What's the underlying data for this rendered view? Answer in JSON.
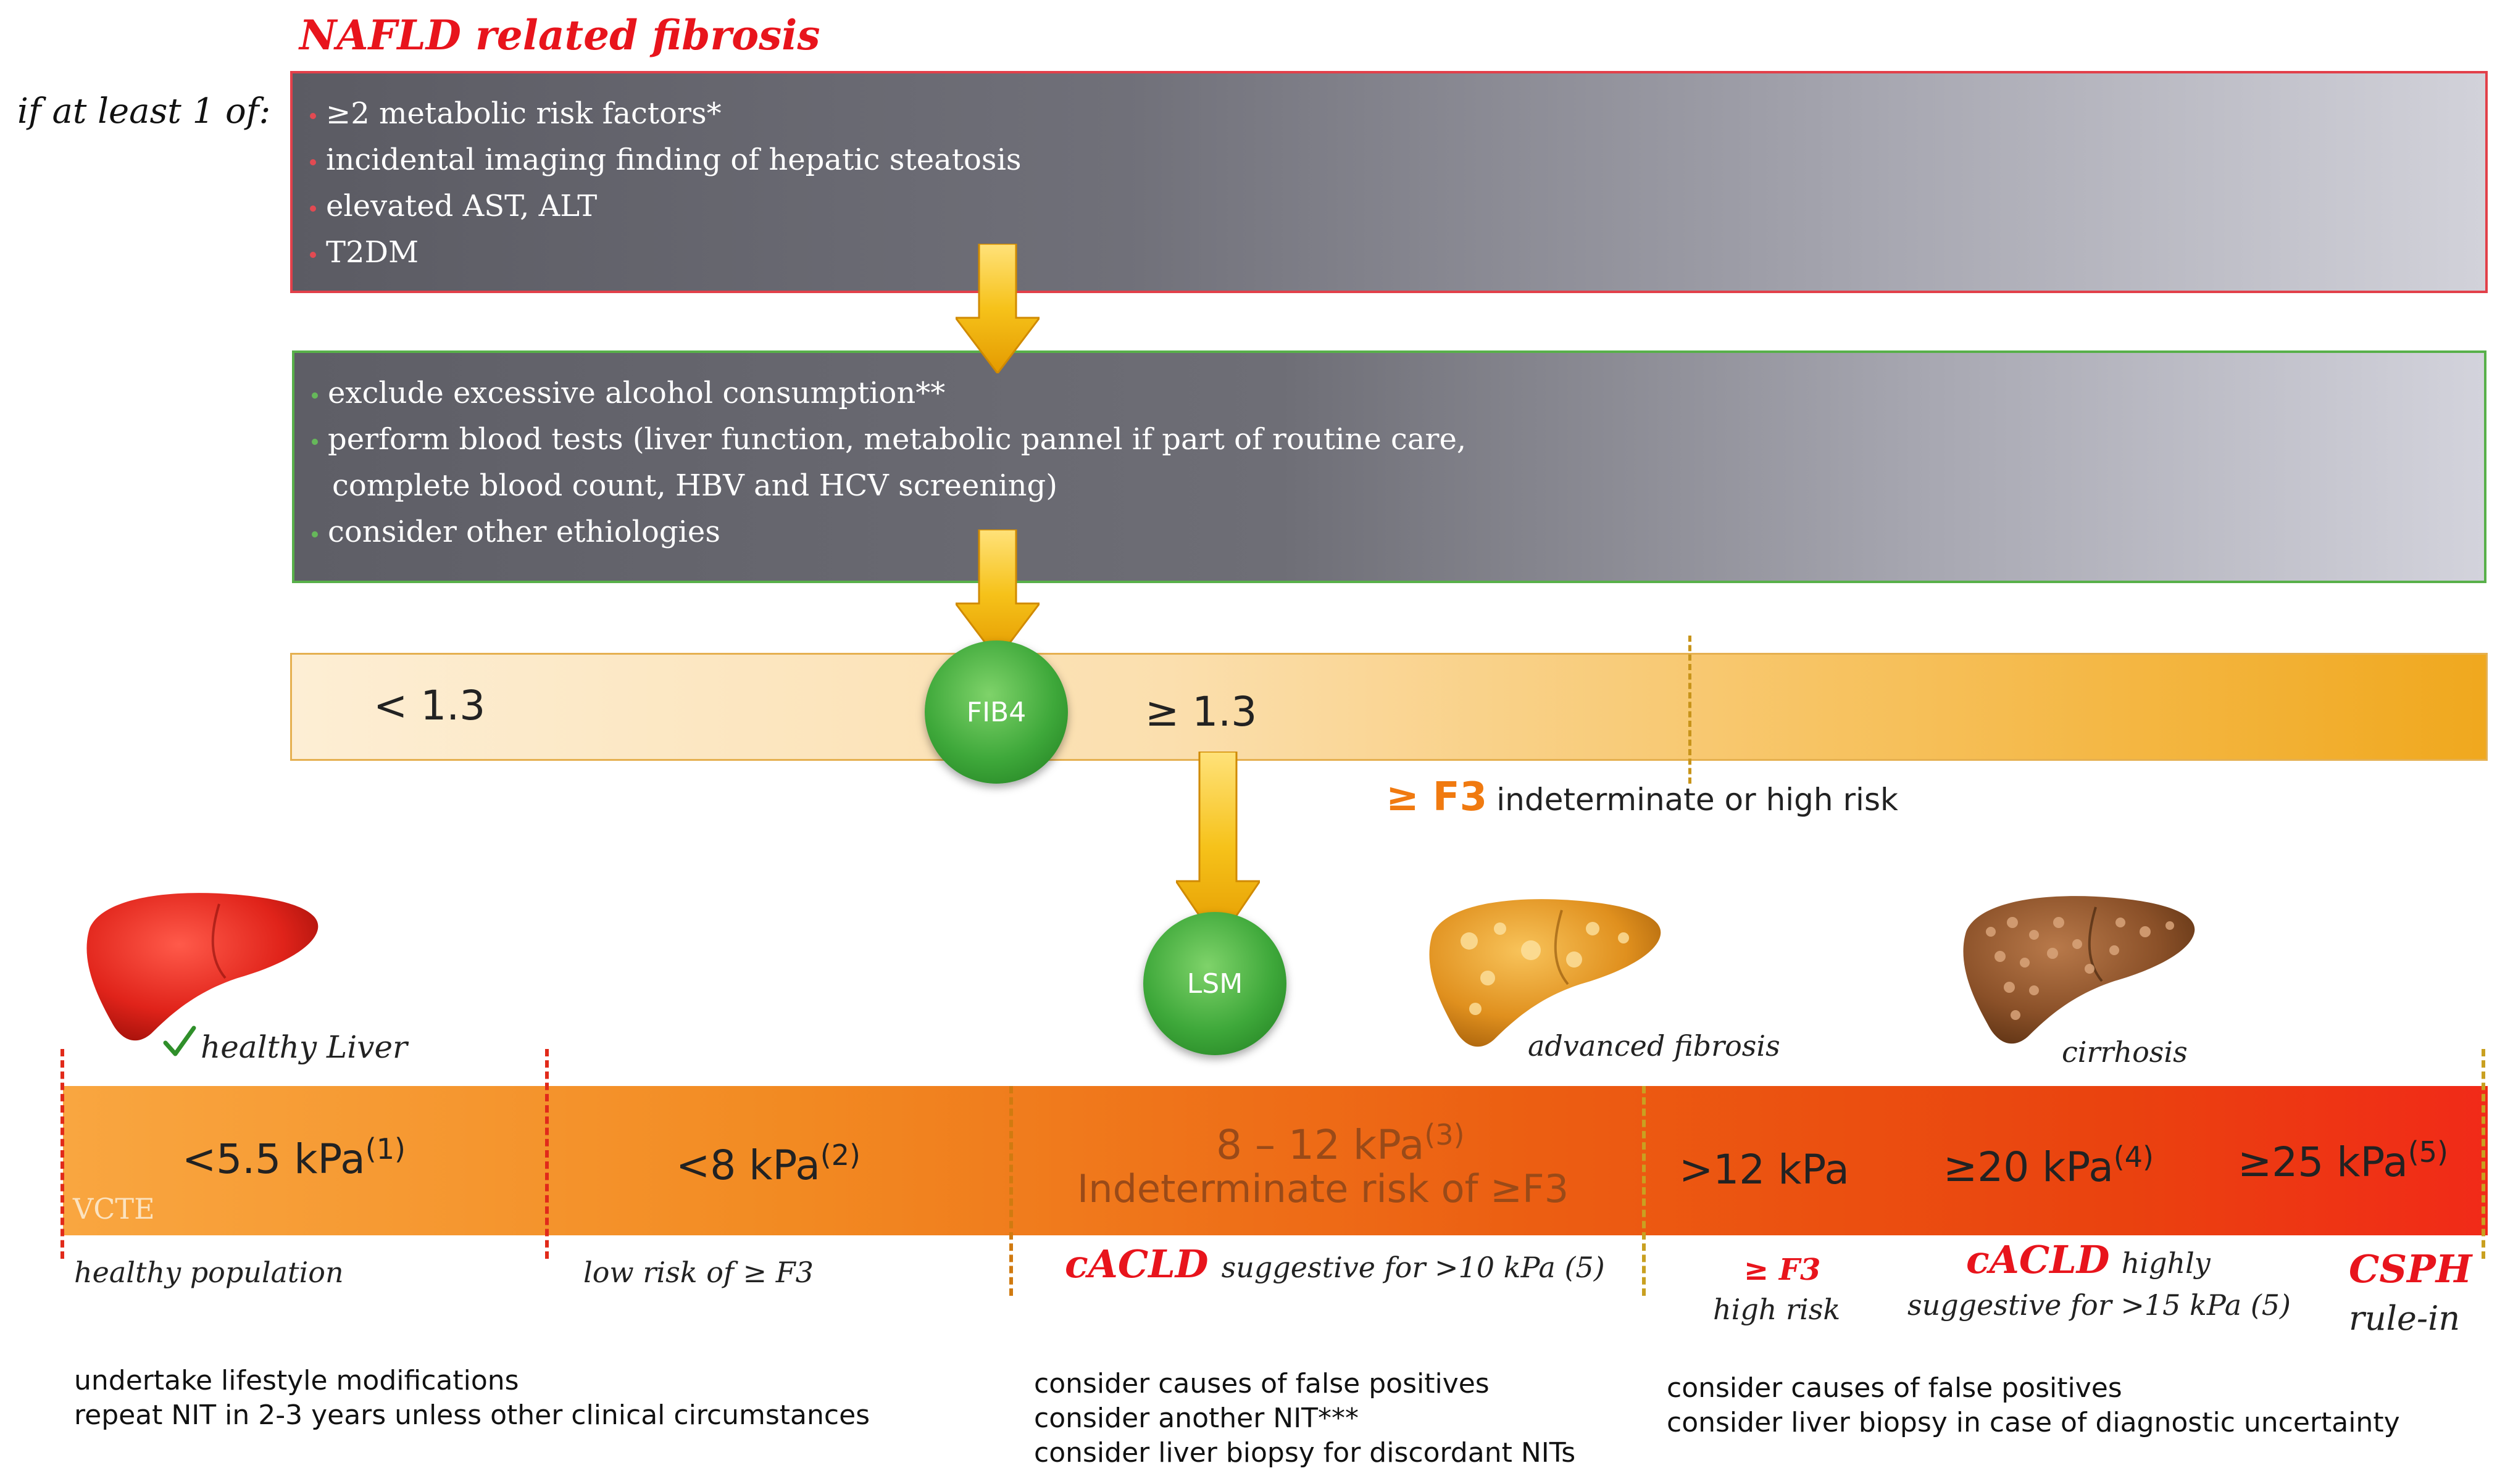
{
  "title": "NAFLD related fibrosis",
  "condition_label": "if at least 1 of:",
  "risk_factors": [
    "≥2 metabolic risk factors*",
    "incidental imaging finding of hepatic steatosis",
    "elevated AST, ALT",
    "T2DM"
  ],
  "workup": [
    "exclude excessive alcohol consumption**",
    "perform blood tests (liver function, metabolic pannel if part of routine care,",
    "complete blood count, HBV and HCV screening)",
    "consider other ethiologies"
  ],
  "fib4": {
    "node_label": "FIB4",
    "low_label": "< 1.3",
    "high_label": "≥ 1.3",
    "risk_marker": "≥ F3",
    "risk_text": "indeterminate or high risk"
  },
  "lsm_label": "LSM",
  "liver_labels": {
    "healthy": "healthy Liver",
    "advanced": "advanced fibrosis",
    "cirrhosis": "cirrhosis"
  },
  "vcte_label": "VCTE",
  "thresholds": [
    {
      "value": "<5.5 kPa",
      "ref": "(1)"
    },
    {
      "value": "<8 kPa",
      "ref": "(2)"
    },
    {
      "value": "8 – 12 kPa",
      "ref": "(3)",
      "subtitle": "Indeterminate risk of ≥F3"
    },
    {
      "value": ">12 kPa",
      "ref": ""
    },
    {
      "value": "≥20 kPa",
      "ref": "(4)"
    },
    {
      "value": "≥25 kPa",
      "ref": "(5)"
    }
  ],
  "interpretations": {
    "healthy_population": "healthy population",
    "low_risk": "low risk of ≥ F3",
    "cacld1_term": "cACLD",
    "cacld1_text": "suggestive for >10 kPa (5)",
    "f3_term": "≥ F3",
    "f3_text": "high risk",
    "cacld2_term": "cACLD",
    "cacld2_text1": "highly",
    "cacld2_text2": "suggestive for >15 kPa (5)",
    "csph_term": "CSPH",
    "csph_text": "rule-in"
  },
  "recommendations": {
    "low": [
      "undertake  lifestyle modifications",
      "repeat NIT in 2-3 years unless other clinical circumstances"
    ],
    "mid": [
      "consider causes of false positives",
      "consider another NIT***",
      "consider liver biopsy for discordant NITs"
    ],
    "high": [
      "consider causes of false positives",
      "consider liver biopsy in case of diagnostic uncertainty"
    ]
  },
  "colors": {
    "accent_red": "#e8141c",
    "box1_border": "#e2404a",
    "box2_border": "#58b04a",
    "node_green": "#3ea83a",
    "arrow_gold": "#f2b000",
    "risk_orange": "#f07a10"
  },
  "icons": [
    "arrow-down-icon",
    "checkmark-icon",
    "healthy-liver-icon",
    "fibrotic-liver-icon",
    "cirrhotic-liver-icon"
  ]
}
